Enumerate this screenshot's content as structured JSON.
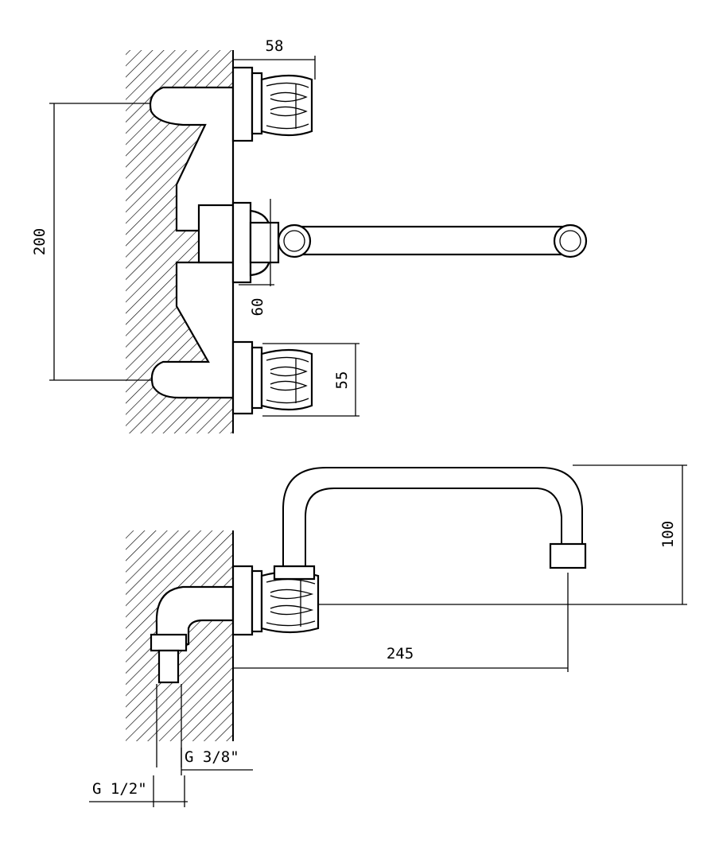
{
  "dimensions": {
    "top_width": "58",
    "height_between_valves": "200",
    "spout_connector_height": "60",
    "valve_height": "55",
    "spout_height": "100",
    "spout_reach": "245",
    "inlet_thread": "G 1/2\"",
    "outlet_thread": "G 3/8\""
  },
  "colors": {
    "line": "#000000",
    "background": "#ffffff"
  }
}
